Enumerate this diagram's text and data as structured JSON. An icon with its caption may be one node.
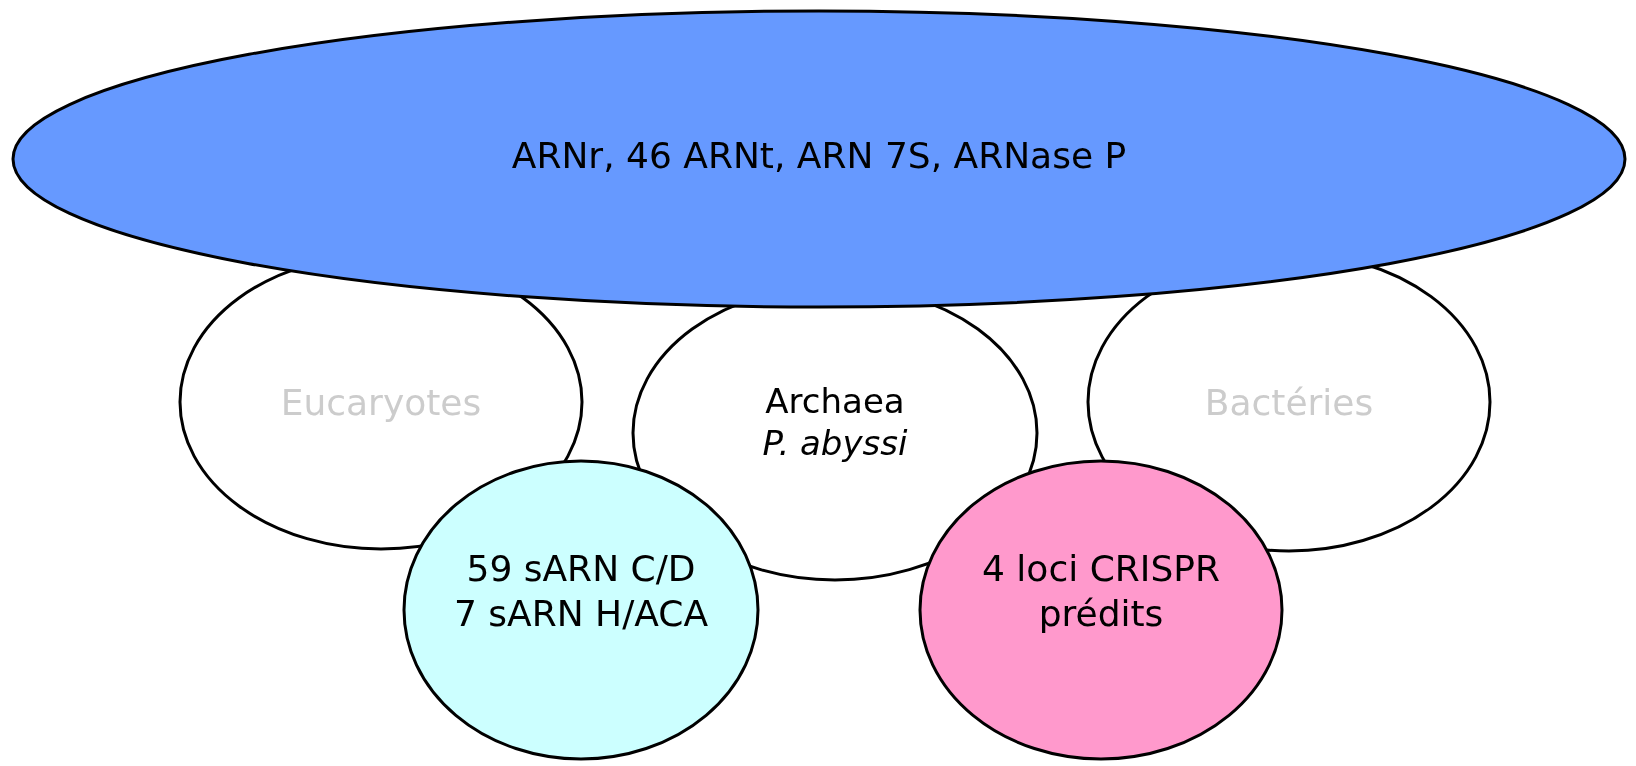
{
  "diagram": {
    "nodes": [
      {
        "text": [
          "ARNr, 46 ARNt, ARN 7S, ARNase P"
        ]
      },
      {
        "text": [
          "Eucaryotes"
        ]
      },
      {
        "text": [
          "Archaea",
          "P. abyssi"
        ]
      },
      {
        "text": [
          "Bactéries"
        ]
      },
      {
        "text": [
          "59 sARN C/D",
          "7 sARN H/ACA"
        ]
      },
      {
        "text": [
          "4 loci CRISPR prédits"
        ]
      }
    ],
    "edges": []
  }
}
